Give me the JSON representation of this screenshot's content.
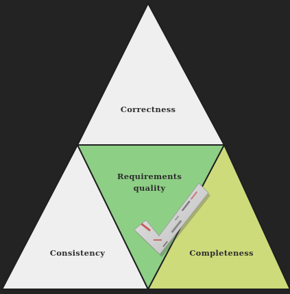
{
  "diagram": {
    "labels": {
      "top": "Correctness",
      "center_line1": "Requirements",
      "center_line2": "quality",
      "bottom_left": "Consistency",
      "bottom_right": "Completeness"
    },
    "colors": {
      "background": "#232323",
      "top_fill": "#efefef",
      "left_fill": "#efefef",
      "center_fill": "#8ecf86",
      "right_fill": "#cddb7b",
      "edge": "#1f1f1f",
      "checkmark": "#d8d8d8",
      "checkmark_accent": "#c43a3a"
    },
    "icons": {
      "center_mark": "checkmark-icon"
    }
  }
}
